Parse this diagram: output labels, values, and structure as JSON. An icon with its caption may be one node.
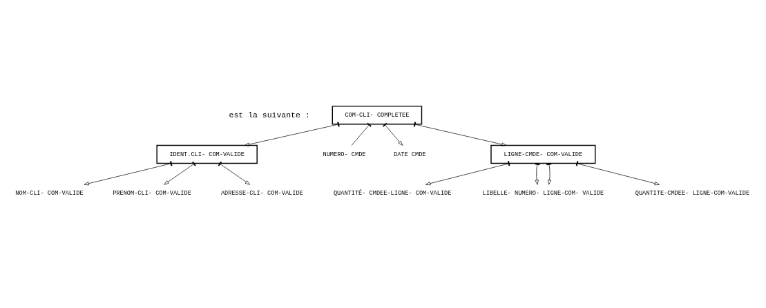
{
  "diagram": {
    "nodes": [
      {
        "text": [
          "COM-CLI- COMPLETEE"
        ]
      },
      {
        "text": [
          "IDENT.CLI- COM-VALIDE"
        ]
      },
      {
        "text": [
          "NUMERO- CMDE"
        ]
      },
      {
        "text": [
          "DATE CMDE"
        ]
      },
      {
        "text": [
          "LIGNE-CMDE- COM-VALIDE"
        ]
      },
      {
        "text": [
          "NOM-CLI- COM-VALIDE"
        ]
      },
      {
        "text": [
          "PRENOM-CLI- COM-VALIDE"
        ]
      },
      {
        "text": [
          "ADRESSE-CLI- COM-VALIDE"
        ]
      },
      {
        "text": [
          "QUANTITÉ- CMDEE-LIGNE- COM-VALIDE"
        ]
      },
      {
        "text": [
          "LIBELLE- NUMERO- LIGNE-COM- VALIDE"
        ]
      },
      {
        "text": [
          "QUANTITE-CMDEE- LIGNE-COM-VALIDE"
        ]
      }
    ],
    "edges": [
      {
        "from": 0,
        "to": 1,
        "arrow": "to"
      },
      {
        "from": 0,
        "to": 2,
        "arrow": "other"
      },
      {
        "from": 0,
        "to": 3,
        "arrow": "to"
      },
      {
        "from": 0,
        "to": 4,
        "arrow": "to"
      },
      {
        "from": 1,
        "to": 5,
        "arrow": "to"
      },
      {
        "from": 1,
        "to": 6,
        "arrow": "to"
      },
      {
        "from": 1,
        "to": 7,
        "arrow": "to"
      },
      {
        "from": 4,
        "to": 8,
        "arrow": "to"
      },
      {
        "from": 4,
        "to": 9,
        "arrow": "to"
      },
      {
        "from": 4,
        "to": 9,
        "arrow": "to"
      },
      {
        "from": 4,
        "to": 10,
        "arrow": "to"
      }
    ],
    "labels": [
      "est la suivante :"
    ]
  }
}
